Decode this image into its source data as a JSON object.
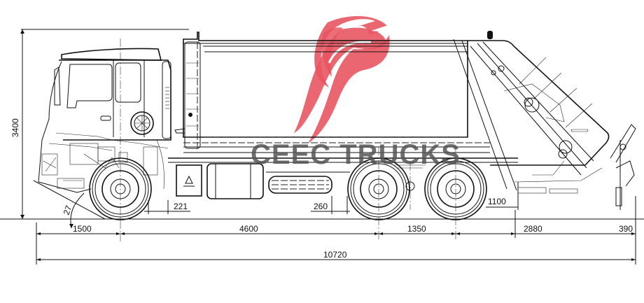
{
  "drawing": {
    "title": "Garbage compactor truck side elevation",
    "watermark": {
      "brand_text": "CEEC TRUCKS",
      "logo_color": "#e85560",
      "text_color": "#555555"
    },
    "vertical_dimensions": {
      "overall_height": "3400"
    },
    "angle_dimensions": {
      "approach_angle": "27"
    },
    "detail_dimensions": {
      "front_clearance_offset": "221",
      "fuel_tank_offset": "260",
      "rear_overhang_offset": "1100"
    },
    "horizontal_dimensions": [
      {
        "label": "1500",
        "name": "front-overhang"
      },
      {
        "label": "4600",
        "name": "wheelbase-front"
      },
      {
        "label": "1350",
        "name": "tandem-spacing"
      },
      {
        "label": "2880",
        "name": "rear-overhang-body"
      },
      {
        "label": "390",
        "name": "tailgate-overhang"
      }
    ],
    "overall_length": "10720"
  }
}
